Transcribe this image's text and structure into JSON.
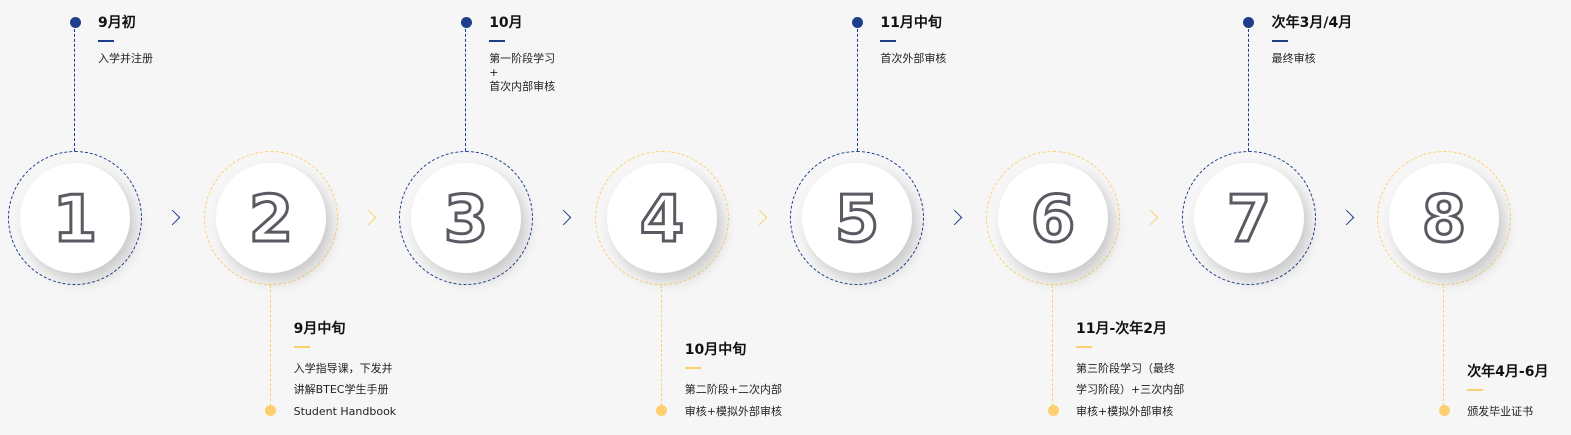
{
  "colors": {
    "navy": "#1d3f8a",
    "yellow": "#fcd06e",
    "digit": "#5a5a62"
  },
  "steps": [
    {
      "number": "1",
      "title": "9月初",
      "lines": [
        "入学并注册"
      ],
      "position": "top",
      "color": "navy"
    },
    {
      "number": "2",
      "title": "9月中旬",
      "lines": [
        "入学指导课，下发并",
        "讲解BTEC学生手册",
        "Student Handbook"
      ],
      "position": "bottom",
      "color": "yellow"
    },
    {
      "number": "3",
      "title": "10月",
      "lines": [
        "第一阶段学习",
        "+",
        "首次内部审核"
      ],
      "position": "top",
      "color": "navy"
    },
    {
      "number": "4",
      "title": "10月中旬",
      "lines": [
        "第二阶段+二次内部",
        "审核+模拟外部审核"
      ],
      "position": "bottom",
      "color": "yellow"
    },
    {
      "number": "5",
      "title": "11月中旬",
      "lines": [
        "首次外部审核"
      ],
      "position": "top",
      "color": "navy"
    },
    {
      "number": "6",
      "title": "11月-次年2月",
      "lines": [
        "第三阶段学习（最终",
        "学习阶段）+三次内部",
        "审核+模拟外部审核"
      ],
      "position": "bottom",
      "color": "yellow"
    },
    {
      "number": "7",
      "title": "次年3月/4月",
      "lines": [
        "最终审核"
      ],
      "position": "top",
      "color": "navy"
    },
    {
      "number": "8",
      "title": "次年4月-6月",
      "lines": [
        "颁发毕业证书"
      ],
      "position": "bottom",
      "color": "yellow"
    }
  ]
}
